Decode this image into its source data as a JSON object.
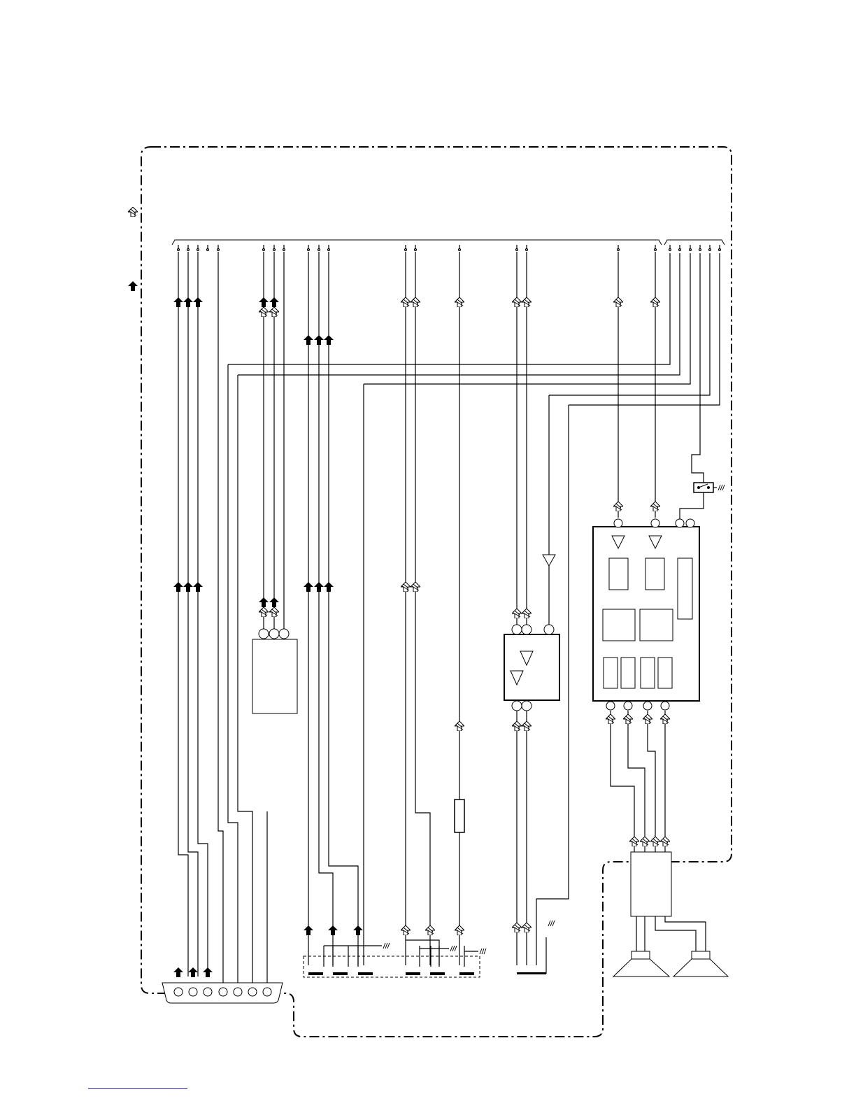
{
  "diagram": {
    "title": "",
    "labels": {},
    "colors": {
      "ink": "#000000",
      "paper": "#ffffff",
      "footer_rule": "#3333cc"
    },
    "legend_symbols": [
      "digital-signal-arrow-icon",
      "analog-signal-arrow-icon"
    ],
    "blocks": [
      "port-connector-block",
      "preamp-ic-block",
      "vga-amplifier-block",
      "audio-amplifier-block",
      "headphone-switch-block",
      "resistor-block",
      "jack-panel-block",
      "speaker-connector-block",
      "speaker-left",
      "speaker-right"
    ]
  }
}
